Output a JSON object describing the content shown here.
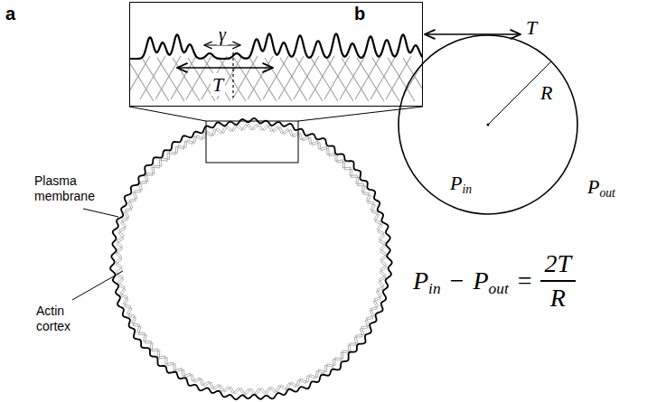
{
  "diagram": {
    "nodes": [
      {
        "text": [
          "γ",
          "T"
        ]
      },
      {
        "text": [
          "R",
          "Pin"
        ]
      }
    ],
    "labels": [
      "a",
      "b",
      "Plasma membrane",
      "Actin cortex",
      "T",
      "Pout",
      "Pin",
      "−",
      "Pout",
      "=",
      "2T",
      "R"
    ]
  }
}
